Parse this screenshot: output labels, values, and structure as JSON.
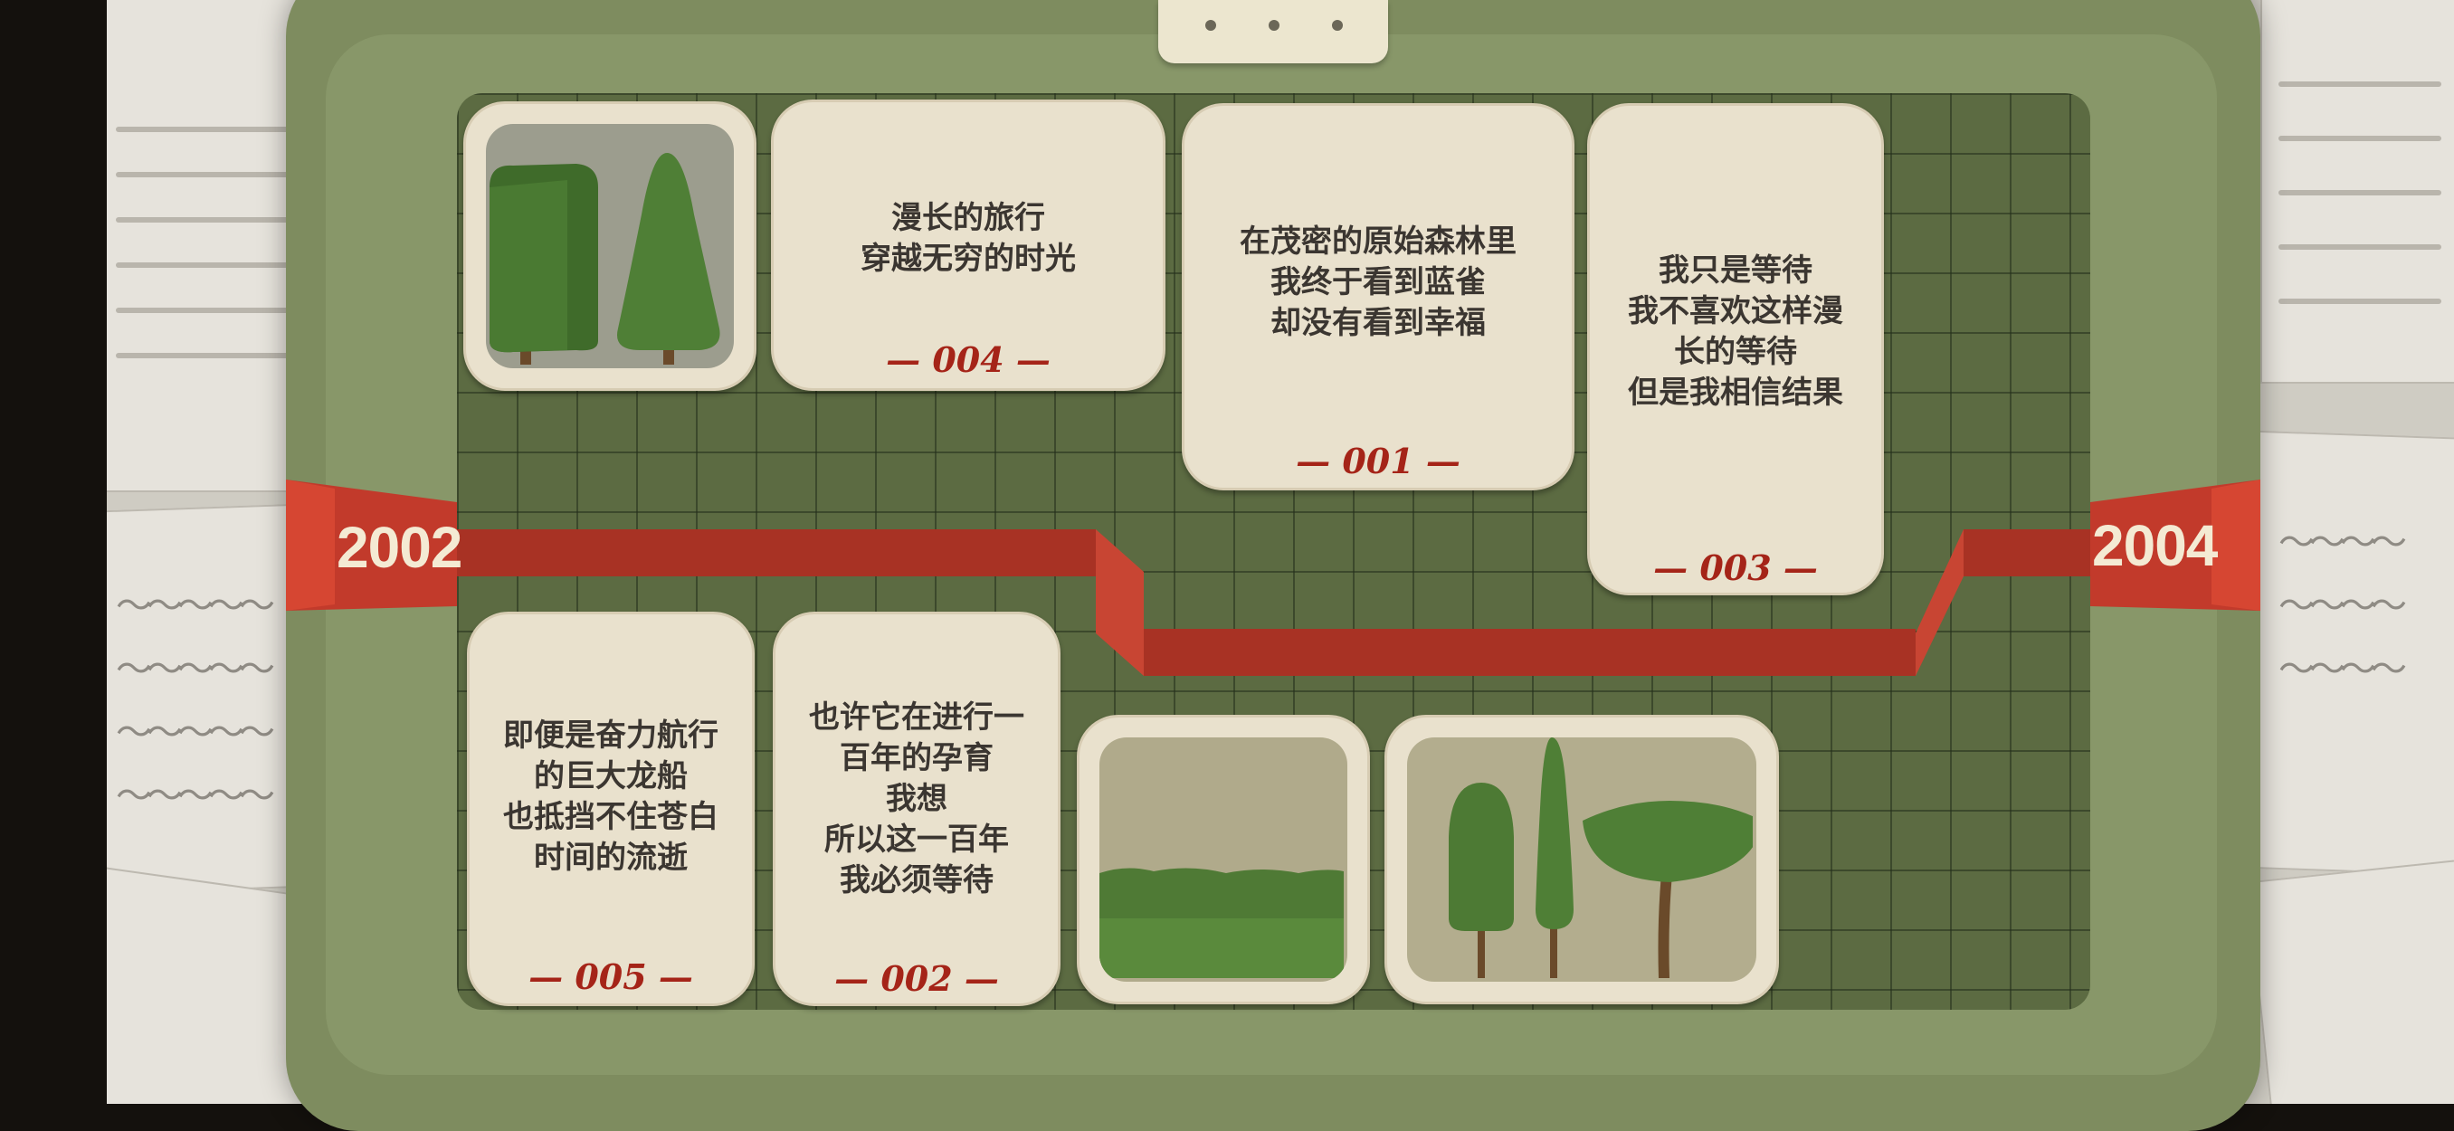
{
  "timeline": {
    "start_year": "2002",
    "end_year": "2004",
    "ribbon_color": "#a83224"
  },
  "cards": [
    {
      "id": "004",
      "text": "漫长的旅行\n穿越无穷的时光",
      "number": "— 004 —"
    },
    {
      "id": "001",
      "text": "在茂密的原始森林里\n我终于看到蓝雀\n却没有看到幸福",
      "number": "— 001 —"
    },
    {
      "id": "003",
      "text": "我只是等待\n我不喜欢这样漫\n长的等待\n但是我相信结果",
      "number": "— 003 —"
    },
    {
      "id": "005",
      "text": "即便是奋力航行\n的巨大龙船\n也抵挡不住苍白\n时间的流逝",
      "number": "— 005 —"
    },
    {
      "id": "002",
      "text": "也许它在进行一\n百年的孕育\n我想\n所以这一百年\n我必须等待",
      "number": "— 002 —"
    }
  ],
  "photo_cards": [
    {
      "name": "two-trees-photo",
      "icon": "trees-icon"
    },
    {
      "name": "grass-field-photo",
      "icon": "field-icon"
    },
    {
      "name": "three-trees-photo",
      "icon": "trees-icon"
    }
  ],
  "colors": {
    "box": "#7e8c5f",
    "floor": "#5c6b42",
    "card": "#e9e1cd",
    "number": "#a52418"
  }
}
